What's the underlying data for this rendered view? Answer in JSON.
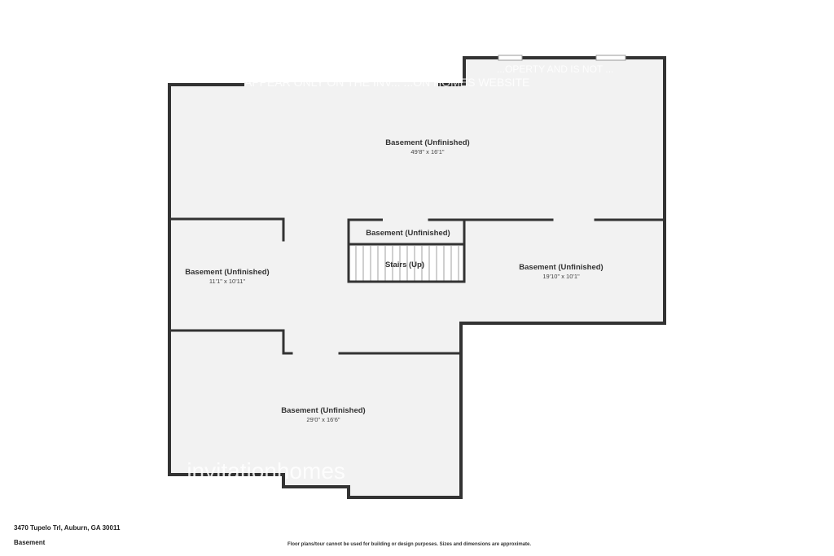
{
  "rooms": [
    {
      "name": "Basement (Unfinished)",
      "dims": "49'8\" x 16'1\""
    },
    {
      "name": "Basement (Unfinished)",
      "dims": "11'1\" x 10'11\""
    },
    {
      "name": "Basement (Unfinished)",
      "dims": ""
    },
    {
      "name": "Stairs (Up)",
      "dims": ""
    },
    {
      "name": "Basement (Unfinished)",
      "dims": "19'10\" x 10'1\""
    },
    {
      "name": "Basement (Unfinished)",
      "dims": "29'0\" x 16'6\""
    }
  ],
  "watermarks": {
    "top_line1": "...OPERTY AND IS NOT ...",
    "top_line2": "APPEAR ONLY ON THE INV... ...ON HOMES WEBSITE",
    "bottom": "...invitationhomes"
  },
  "footer": {
    "address": "3470 Tupelo Trl, Auburn, GA 30011",
    "level": "Basement",
    "disclaimer": "Floor plans/tour cannot be used for building or design purposes. Sizes and dimensions are approximate."
  },
  "colors": {
    "floor": "#f2f2f2",
    "wall": "#333333",
    "background": "#ffffff"
  }
}
